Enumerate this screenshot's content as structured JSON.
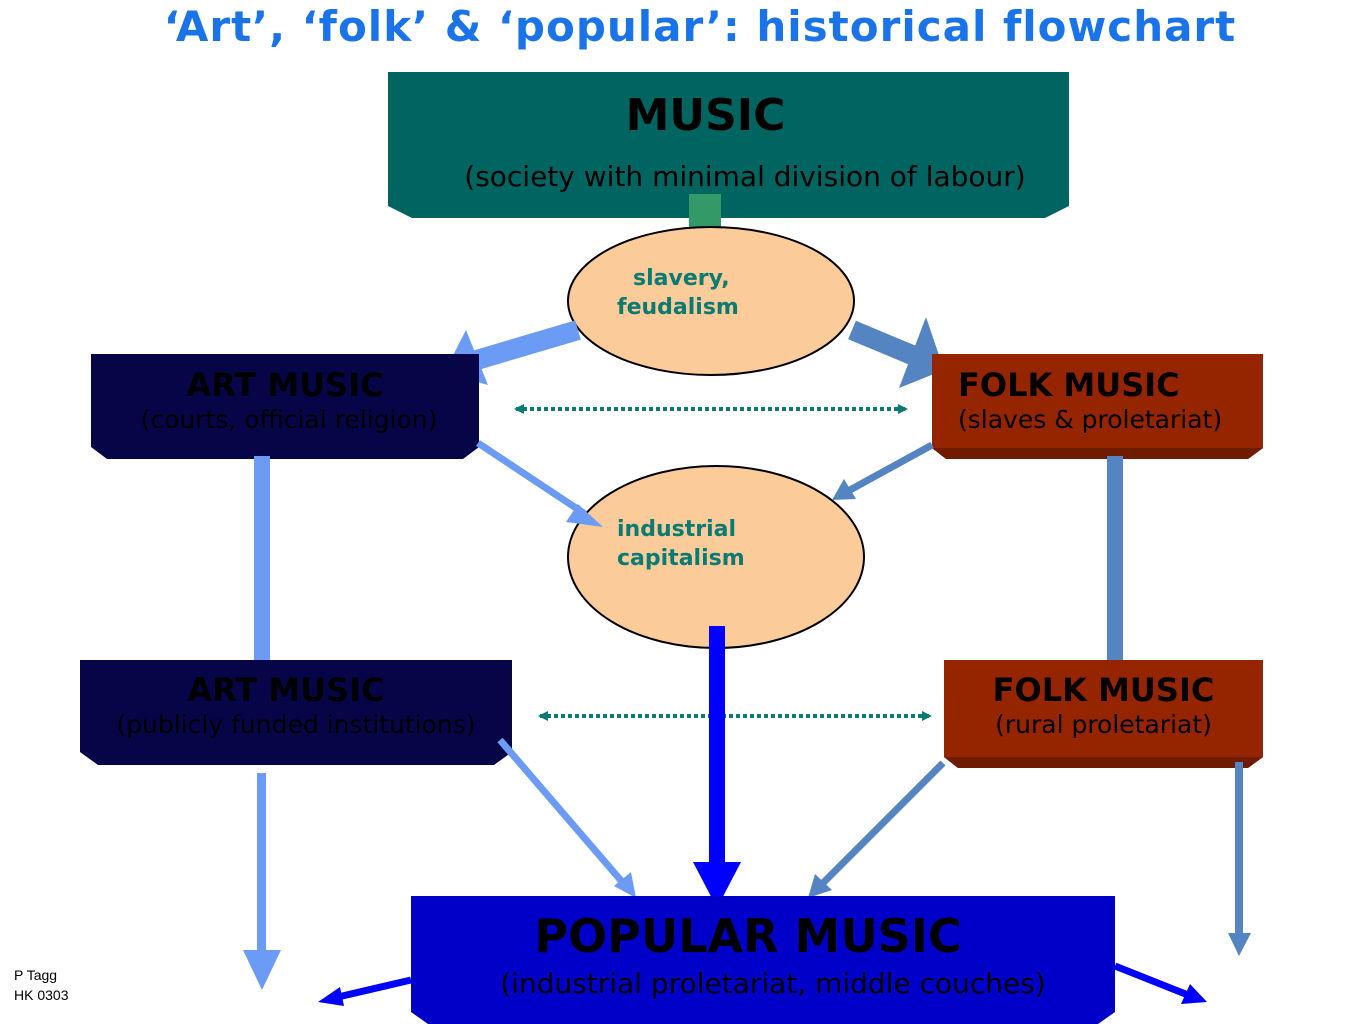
{
  "title": "‘Art’, ‘folk’ & ‘popular’: historical flowchart",
  "colors": {
    "title": "#1a73e8",
    "music_box": "#006461",
    "art_box": "#050548",
    "folk_box": "#952400",
    "popular_box": "#0000c8",
    "oval_fill": "#fbcb9a",
    "oval_text": "#0a7a72",
    "dotted_arrow": "#0a7a72",
    "arrow_light_blue": "#6b9bf5",
    "arrow_steel_blue": "#5584c2",
    "arrow_strong_blue": "#0000ff"
  },
  "nodes": {
    "music": {
      "head": "MUSIC",
      "sub": "(society with minimal division of labour)"
    },
    "stage1": {
      "line1": "slavery,",
      "line2": "feudalism"
    },
    "art1": {
      "head": "ART MUSIC",
      "sub": "(courts, official religion)"
    },
    "folk1": {
      "head": "FOLK MUSIC",
      "sub": "(slaves & proletariat)"
    },
    "stage2": {
      "line1": "industrial",
      "line2": "capitalism"
    },
    "art2": {
      "head": "ART MUSIC",
      "sub": "(publicly funded institutions)"
    },
    "folk2": {
      "head": "FOLK MUSIC",
      "sub": "(rural proletariat)"
    },
    "popular": {
      "head": "POPULAR MUSIC",
      "sub": "(industrial proletariat, middle couches)"
    }
  },
  "credit": {
    "line1": "P Tagg",
    "line2": "HK 0303"
  }
}
